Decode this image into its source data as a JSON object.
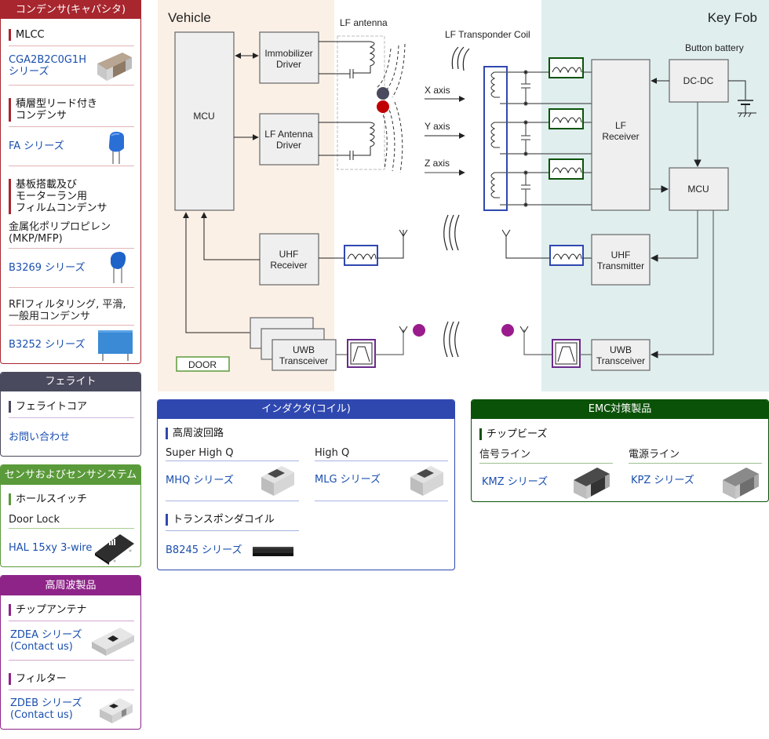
{
  "sidebar": {
    "capacitor": {
      "header": "コンデンサ(キャパシタ)",
      "color": "#a8262e",
      "sections": [
        {
          "title": "MLCC",
          "items": [
            {
              "label_lines": [
                "CGA2B2C0G1H",
                "シリーズ"
              ]
            }
          ]
        },
        {
          "title_lines": [
            "積層型リード付き",
            "コンデンサ"
          ],
          "items": [
            {
              "label": "FA シリーズ"
            }
          ]
        },
        {
          "title_lines": [
            "基板搭載及び",
            "モーターラン用",
            "フィルムコンデンサ"
          ],
          "sub_lines": [
            "金属化ポリプロピレン",
            "(MKP/MFP)"
          ],
          "items": [
            {
              "label": "B3269 シリーズ"
            }
          ]
        },
        {
          "sub_lines": [
            "RFIフィルタリング, 平滑,",
            "一般用コンデンサ"
          ],
          "items": [
            {
              "label": "B3252 シリーズ"
            }
          ]
        }
      ]
    },
    "ferrite": {
      "header": "フェライト",
      "color": "#4a4a5e",
      "section_title": "フェライトコア",
      "link": "お問い合わせ"
    },
    "sensor": {
      "header": "センサおよびセンサシステム",
      "color": "#5a9a3a",
      "section_title": "ホールスイッチ",
      "sub_label": "Door Lock",
      "link": "HAL 15xy 3-wire"
    },
    "rf": {
      "header": "高周波製品",
      "color": "#8e2488",
      "sections": [
        {
          "title": "チップアンテナ",
          "link_lines": [
            "ZDEA シリーズ",
            "(Contact us)"
          ]
        },
        {
          "title": "フィルター",
          "link_lines": [
            "ZDEB シリーズ",
            "(Contact us)"
          ]
        }
      ]
    }
  },
  "inductor_panel": {
    "header": "インダクタ(コイル)",
    "color": "#2f48b0",
    "section1": "高周波回路",
    "col1_label": "Super High Q",
    "col1_link": "MHQ シリーズ",
    "col2_label": "High Q",
    "col2_link": "MLG シリーズ",
    "section2": "トランスポンダコイル",
    "section2_link": "B8245 シリーズ"
  },
  "emc_panel": {
    "header": "EMC対策製品",
    "color": "#0b5209",
    "section": "チップビーズ",
    "col1_label": "信号ライン",
    "col1_link": "KMZ シリーズ",
    "col2_label": "電源ライン",
    "col2_link": "KPZ シリーズ"
  },
  "diagram": {
    "vehicle_title": "Vehicle",
    "keyfob_title": "Key Fob",
    "vehicle_bg": "#fbf0e6",
    "keyfob_bg": "#e0eeee",
    "lf_antenna_label": "LF antenna",
    "lf_transponder_label": "LF Transponder Coil",
    "button_battery_label": "Button battery",
    "axes": [
      "X axis",
      "Y axis",
      "Z axis"
    ],
    "blocks": {
      "vehicle_mcu": "MCU",
      "immobilizer": [
        "Immobilizer",
        "Driver"
      ],
      "lf_driver": [
        "LF Antenna",
        "Driver"
      ],
      "uhf_receiver": [
        "UHF",
        "Receiver"
      ],
      "uwb_vehicle": [
        "UWB",
        "Transceiver"
      ],
      "door": "DOOR",
      "lf_receiver": [
        "LF",
        "Receiver"
      ],
      "dcdc": "DC-DC",
      "fob_mcu": "MCU",
      "uhf_transmitter": [
        "UHF",
        "Transmitter"
      ],
      "uwb_fob": [
        "UWB",
        "Transceiver"
      ]
    },
    "colors": {
      "inductor_blue": "#2f48b0",
      "emc_green": "#0b5209",
      "rf_purple": "#6a2a8a",
      "sensor_green": "#5a9a3a",
      "dot_gray": "#4a4a5e",
      "dot_red": "#c00000",
      "dot_purple": "#9a1c8c"
    }
  }
}
